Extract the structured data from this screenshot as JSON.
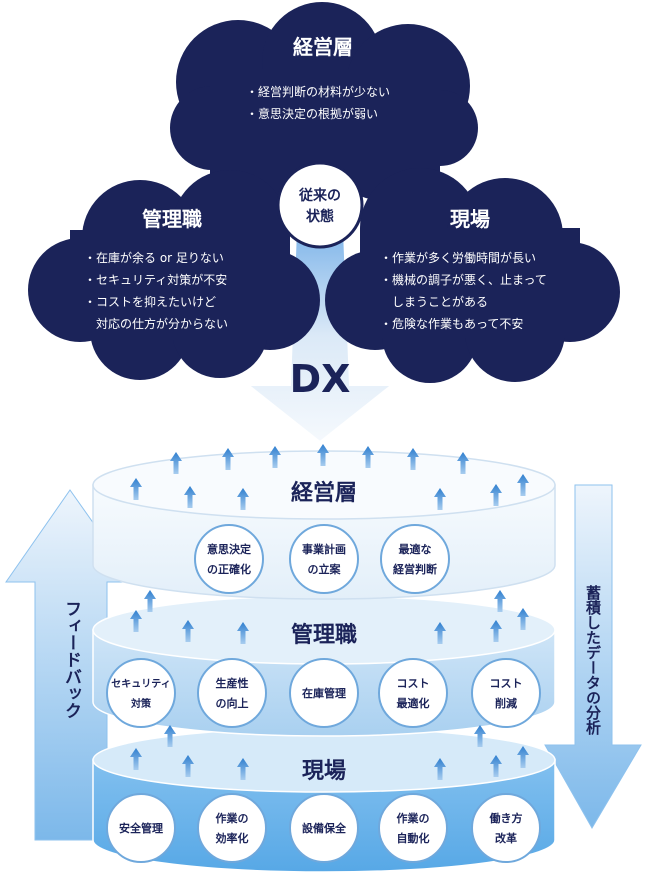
{
  "top_cloud": {
    "title": "経営層",
    "items": [
      "・経営判断の材料が少ない",
      "・意思決定の根拠が弱い"
    ]
  },
  "left_cloud": {
    "title": "管理職",
    "items": [
      "・在庫が余る or 足りない",
      "・セキュリティ対策が不安",
      "・コストを抑えたいけど",
      "　対応の仕方が分からない"
    ]
  },
  "right_cloud": {
    "title": "現場",
    "items": [
      "・作業が多く労働時間が長い",
      "・機械の調子が悪く、止まって",
      "　しまうことがある",
      "・危険な作業もあって不安"
    ]
  },
  "center_circle": {
    "line1": "従来の",
    "line2": "状態"
  },
  "dx_label": "DX",
  "feedback_label": "フィードバック",
  "analysis_label": "蓄積したデータの分析",
  "layers": [
    {
      "title": "経営層",
      "bubbles": [
        [
          "意思決定",
          "の正確化"
        ],
        [
          "事業計画",
          "の立案"
        ],
        [
          "最適な",
          "経営判断"
        ]
      ]
    },
    {
      "title": "管理職",
      "bubbles": [
        [
          "セキュリティ",
          "対策"
        ],
        [
          "生産性",
          "の向上"
        ],
        [
          "在庫管理"
        ],
        [
          "コスト",
          "最適化"
        ],
        [
          "コスト",
          "削減"
        ]
      ]
    },
    {
      "title": "現場",
      "bubbles": [
        [
          "安全管理"
        ],
        [
          "作業の",
          "効率化"
        ],
        [
          "設備保全"
        ],
        [
          "作業の",
          "自動化"
        ],
        [
          "働き方",
          "改革"
        ]
      ]
    }
  ],
  "colors": {
    "navy": "#1b2359",
    "blue_light": "#e2eef9",
    "blue_mid": "#b9d9f3",
    "blue_deep": "#4fa3e3",
    "arrow": "#5b9fd9",
    "bubble_border": "#6fa8dc"
  }
}
